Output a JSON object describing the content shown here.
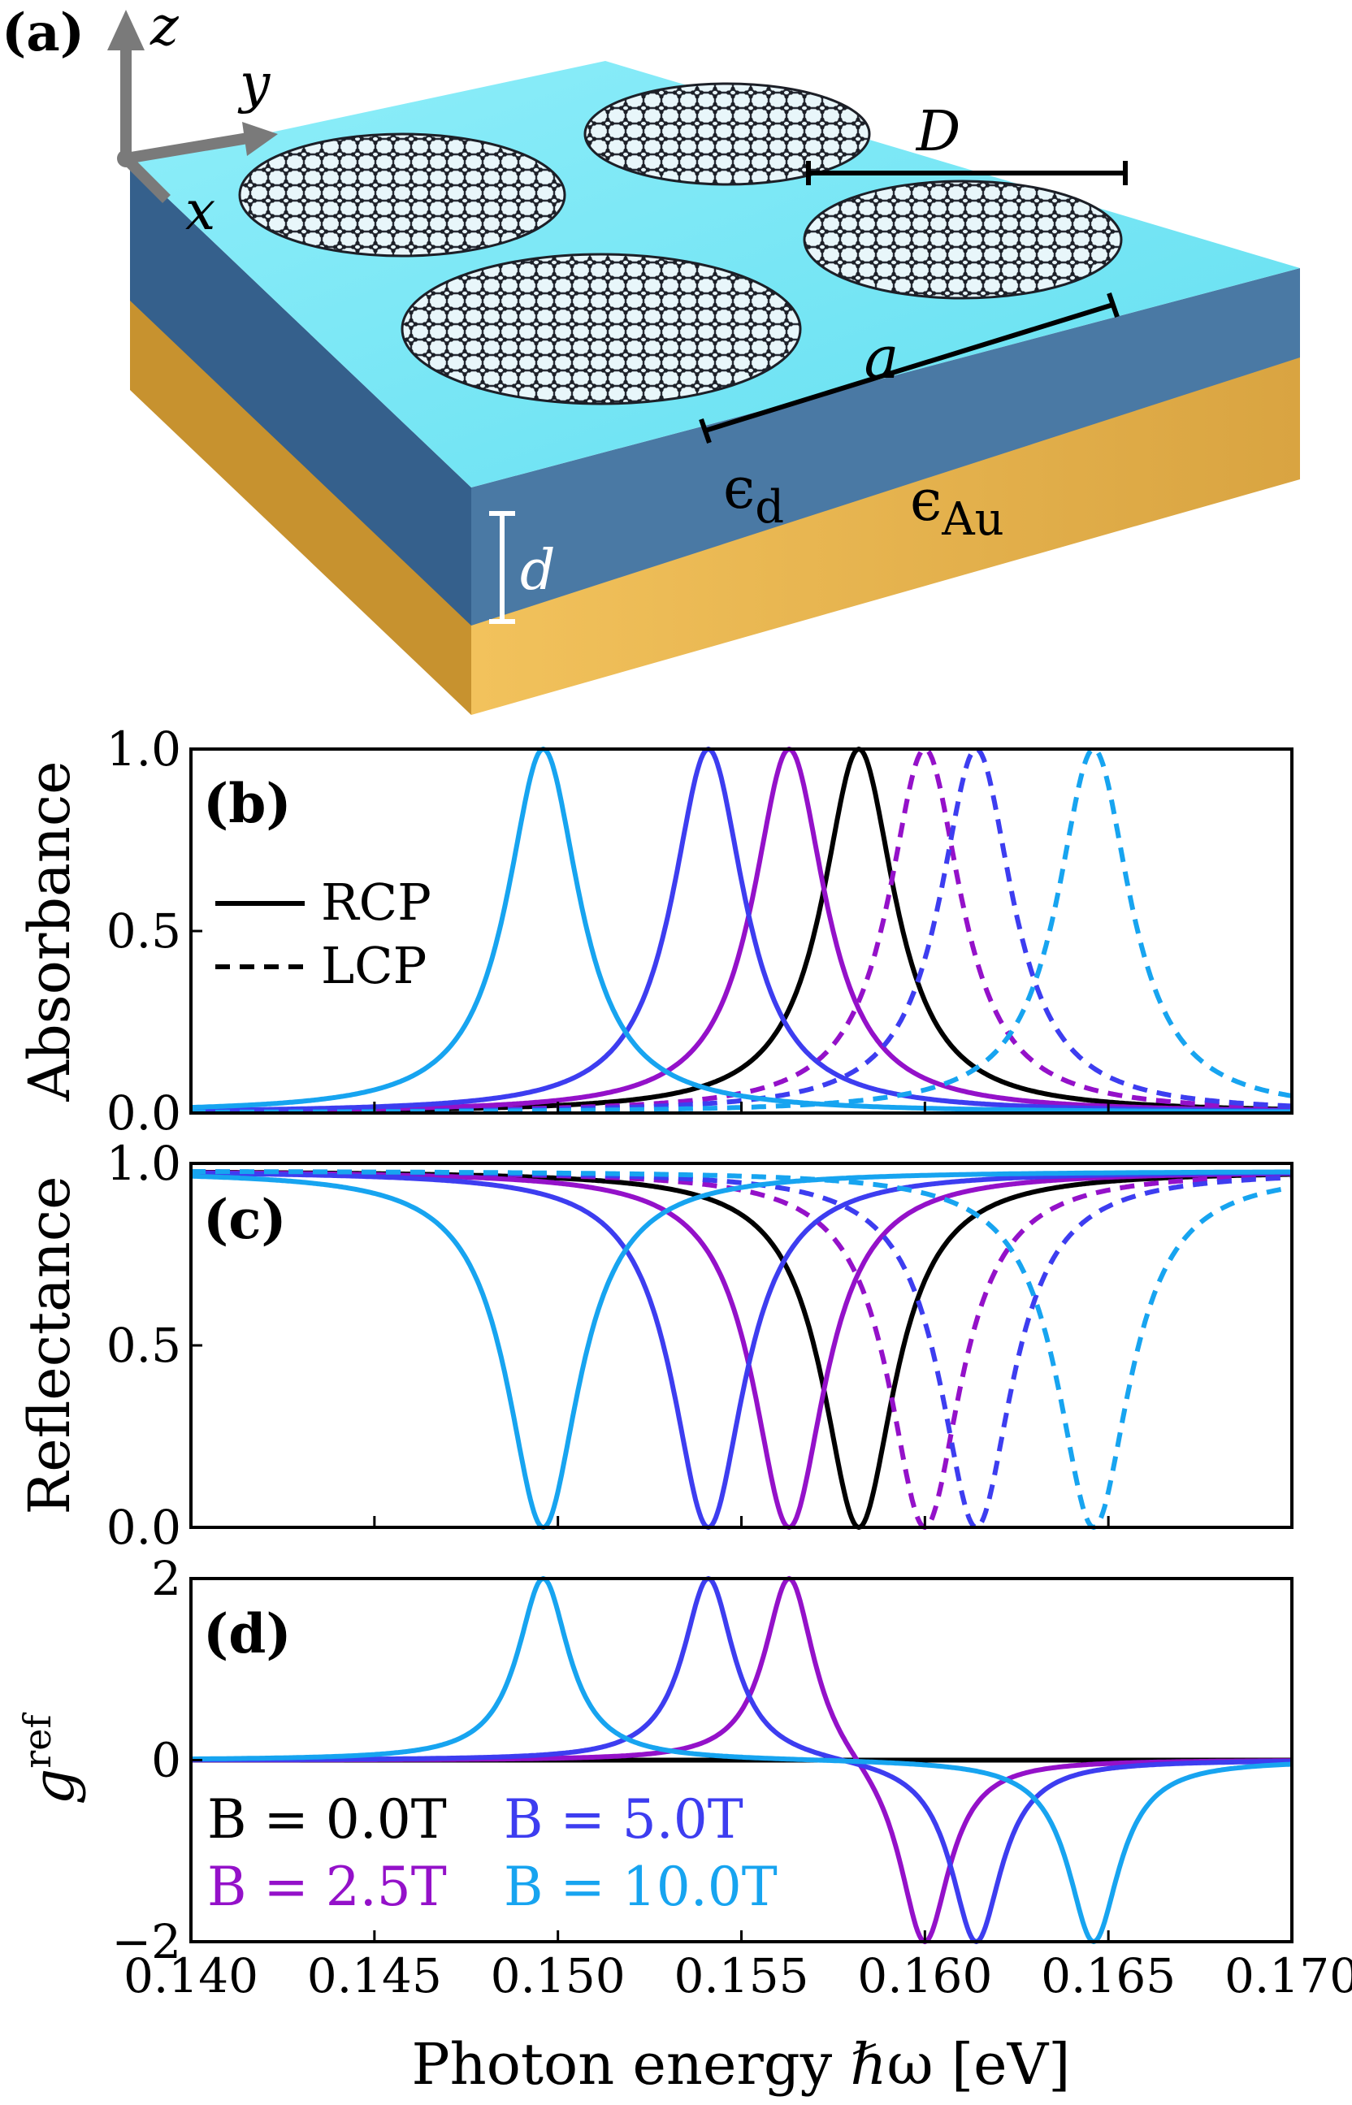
{
  "figure": {
    "panel_a": {
      "label": "(a)",
      "axis_labels": {
        "z": "z",
        "y": "y",
        "x": "x"
      },
      "labels": {
        "D": "D",
        "a": "a",
        "eps_d": "ϵ",
        "eps_d_sub": "d",
        "eps_au": "ϵ",
        "eps_au_sub": "Au",
        "d": "d"
      },
      "colors": {
        "dielectric_top": "#6ee6f5",
        "dielectric_side": "#3f6f9a",
        "gold": "#e9b84f",
        "graphene": "#2a2e38"
      }
    }
  },
  "chart_data": [
    {
      "panel": "b",
      "type": "line",
      "panel_label": "(b)",
      "ylabel": "Absorbance",
      "xlim": [
        0.14,
        0.17
      ],
      "ylim": [
        0.0,
        1.0
      ],
      "yticks": [
        "0.0",
        "0.5",
        "1.0"
      ],
      "legend": {
        "placement": "left",
        "entries": [
          {
            "label": "RCP",
            "style": "solid"
          },
          {
            "label": "LCP",
            "style": "dashed"
          }
        ]
      },
      "series": [
        {
          "B": 0.0,
          "color": "#000000",
          "rcp_peak": 0.1582,
          "lcp_peak": 0.1582,
          "width": 0.0012,
          "peak": 1.0
        },
        {
          "B": 2.5,
          "color": "#9411c9",
          "rcp_peak": 0.1563,
          "lcp_peak": 0.16,
          "width": 0.0012,
          "peak": 1.0
        },
        {
          "B": 5.0,
          "color": "#3d3df0",
          "rcp_peak": 0.1541,
          "lcp_peak": 0.1614,
          "width": 0.0012,
          "peak": 1.0
        },
        {
          "B": 10.0,
          "color": "#17a4f0",
          "rcp_peak": 0.1496,
          "lcp_peak": 0.1646,
          "width": 0.0012,
          "peak": 1.0
        }
      ]
    },
    {
      "panel": "c",
      "type": "line",
      "panel_label": "(c)",
      "ylabel": "Reflectance",
      "xlim": [
        0.14,
        0.17
      ],
      "ylim": [
        0.0,
        1.0
      ],
      "yticks": [
        "0.0",
        "0.5",
        "1.0"
      ],
      "baseline": 0.98,
      "series": [
        {
          "B": 0.0,
          "color": "#000000",
          "rcp_dip": 0.1582,
          "lcp_dip": 0.1582
        },
        {
          "B": 2.5,
          "color": "#9411c9",
          "rcp_dip": 0.1563,
          "lcp_dip": 0.16
        },
        {
          "B": 5.0,
          "color": "#3d3df0",
          "rcp_dip": 0.1541,
          "lcp_dip": 0.1614
        },
        {
          "B": 10.0,
          "color": "#17a4f0",
          "rcp_dip": 0.1496,
          "lcp_dip": 0.1646
        }
      ]
    },
    {
      "panel": "d",
      "type": "line",
      "panel_label": "(d)",
      "ylabel": "g",
      "ylabel_sup": "ref",
      "xlabel": "Photon energy ℏω [eV]",
      "xlim": [
        0.14,
        0.17
      ],
      "ylim": [
        -2,
        2
      ],
      "yticks": [
        "−2",
        "0",
        "2"
      ],
      "xticks": [
        "0.140",
        "0.145",
        "0.150",
        "0.155",
        "0.160",
        "0.165",
        "0.170"
      ],
      "legend": {
        "placement": "lower-left",
        "entries": [
          {
            "label": "B = 0.0T",
            "color": "#000000"
          },
          {
            "label": "B = 5.0T",
            "color": "#3d3df0"
          },
          {
            "label": "B = 2.5T",
            "color": "#9411c9"
          },
          {
            "label": "B = 10.0T",
            "color": "#17a4f0"
          }
        ]
      },
      "series": [
        {
          "B": 0.0,
          "color": "#000000",
          "pos_peak": 0.1582,
          "neg_peak": 0.1582,
          "amplitude": 0
        },
        {
          "B": 2.5,
          "color": "#9411c9",
          "pos_peak": 0.1563,
          "neg_peak": 0.16,
          "amplitude": 2
        },
        {
          "B": 5.0,
          "color": "#3d3df0",
          "pos_peak": 0.1541,
          "neg_peak": 0.1614,
          "amplitude": 2
        },
        {
          "B": 10.0,
          "color": "#17a4f0",
          "pos_peak": 0.1496,
          "neg_peak": 0.1646,
          "amplitude": 2
        }
      ]
    }
  ]
}
